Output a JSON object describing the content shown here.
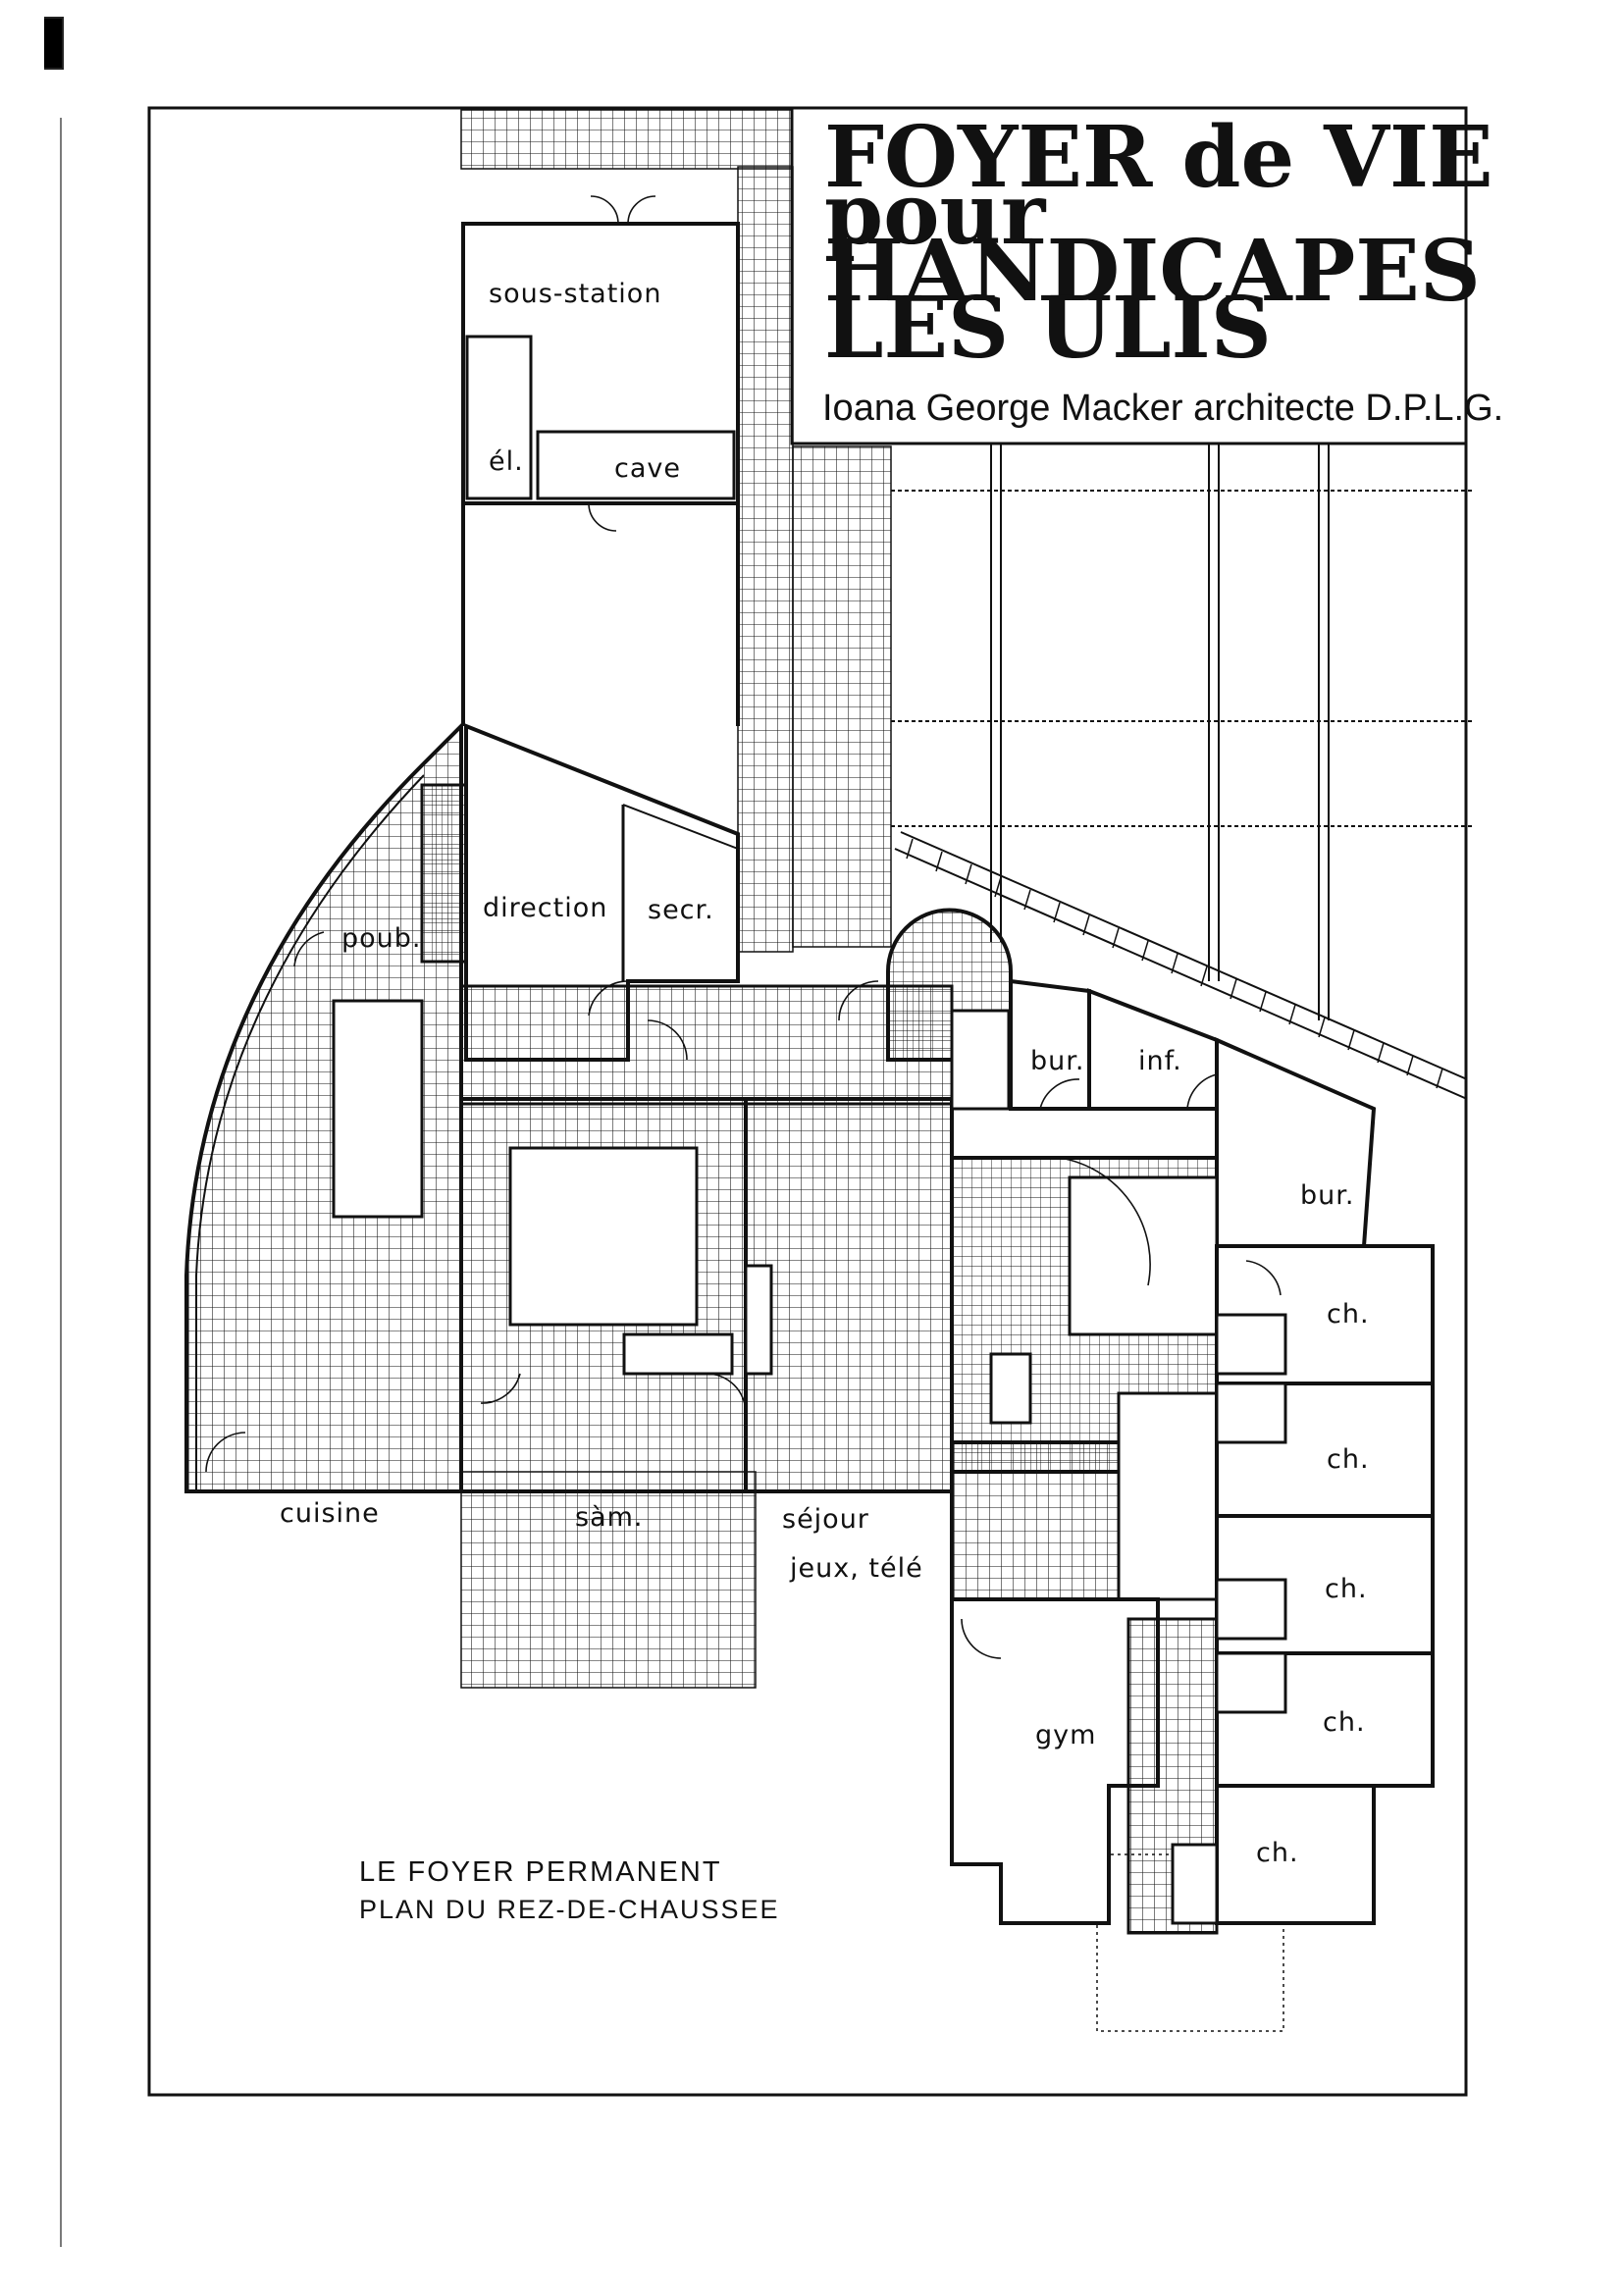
{
  "title": {
    "line1": "FOYER de VIE",
    "line2": "pour",
    "line3": "HANDICAPES",
    "line4": "LES ULIS",
    "architect": "Ioana George Macker architecte D.P.L.G."
  },
  "caption": {
    "line1": "LE FOYER PERMANENT",
    "line2": "PLAN DU REZ-DE-CHAUSSEE"
  },
  "rooms": {
    "sous_station": "sous-station",
    "el": "él.",
    "cave": "cave",
    "poub": "poub.",
    "direction": "direction",
    "secr": "secr.",
    "bur_1": "bur.",
    "inf": "inf.",
    "bur_2": "bur.",
    "ch_1": "ch.",
    "ch_2": "ch.",
    "ch_3": "ch.",
    "ch_4": "ch.",
    "ch_5": "ch.",
    "cuisine": "cuisine",
    "sam": "sàm.",
    "sejour": "séjour",
    "jeux_tele": "jeux, télé",
    "gym": "gym"
  },
  "colors": {
    "ink": "#111111",
    "paper": "#ffffff"
  }
}
